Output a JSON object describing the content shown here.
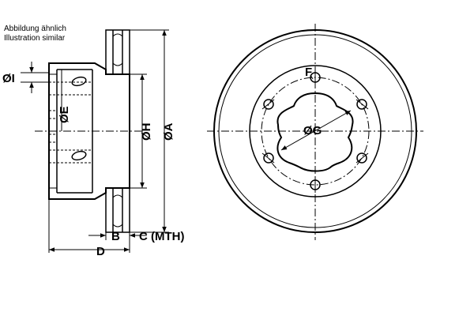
{
  "note": {
    "line1": "Abbildung ähnlich",
    "line2": "Illustration similar"
  },
  "labels": {
    "dim_I": "ØI",
    "dim_E": "ØE",
    "dim_H": "ØH",
    "dim_A": "ØA",
    "dim_B": "B",
    "dim_C": "C (MTH)",
    "dim_D": "D",
    "dim_F": "F",
    "dim_G": "ØG"
  }
}
